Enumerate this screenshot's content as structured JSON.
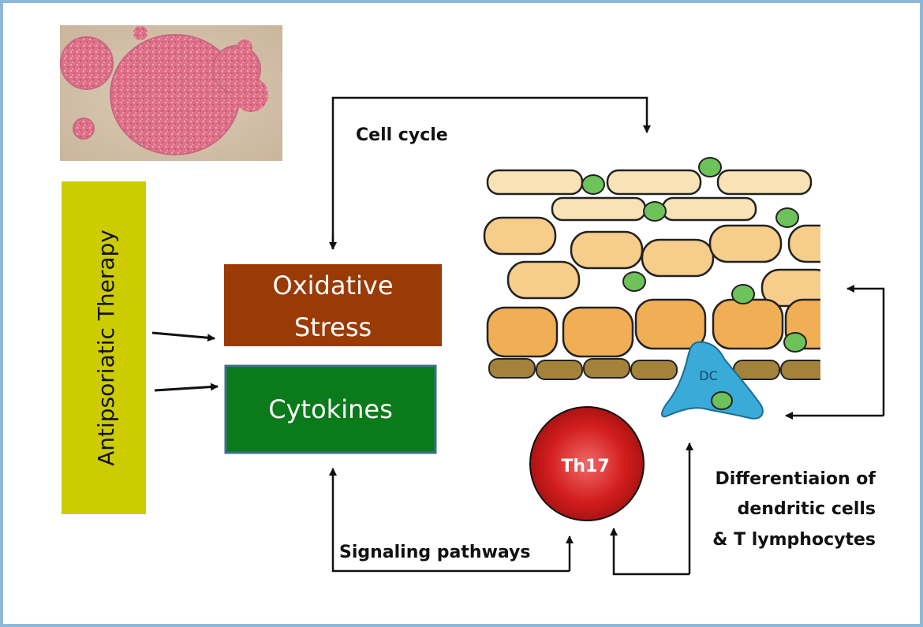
{
  "therapy_label": "Antipsoriatic Therapy",
  "oxidative_stress": {
    "line1": "Oxidative",
    "line2": "Stress"
  },
  "cytokines_label": "Cytokines",
  "cell_cycle_label": "Cell cycle",
  "signaling_label": "Signaling pathways",
  "th17_label": "Th17",
  "dc_label": "DC",
  "differentiation": {
    "line1": "Differentiaion of",
    "line2": "dendritic cells",
    "line3": "& T lymphocytes"
  },
  "colors": {
    "frame_border": "#8fb8d8",
    "therapy_bg": "#cccc00",
    "oxidative_bg": "#9a3a05",
    "cytokines_bg": "#0a7a1a",
    "cytokines_border": "#3e6e8e",
    "th17": "#d41e1e",
    "dc": "#3aaad8",
    "green_cell": "#6ec25a"
  }
}
